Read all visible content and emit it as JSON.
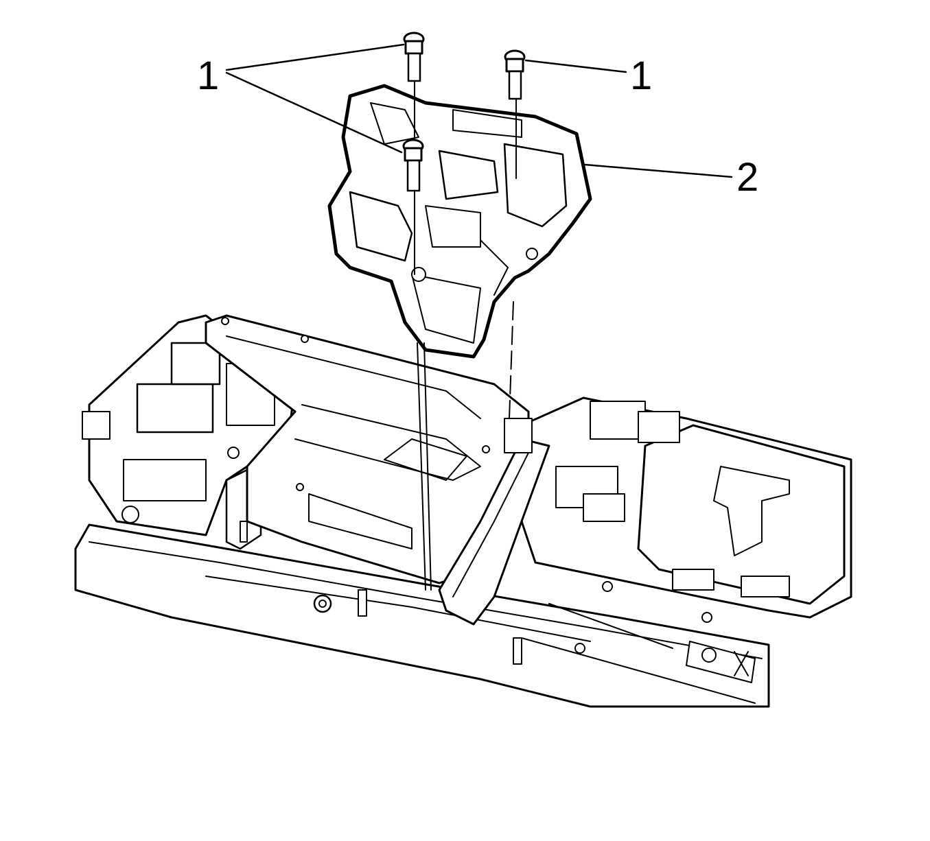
{
  "callouts": [
    {
      "id": "bolt-left",
      "text": "1"
    },
    {
      "id": "bolt-right",
      "text": "1"
    },
    {
      "id": "bracket",
      "text": "2"
    }
  ],
  "colors": {
    "line": "#000000",
    "background": "#ffffff"
  }
}
